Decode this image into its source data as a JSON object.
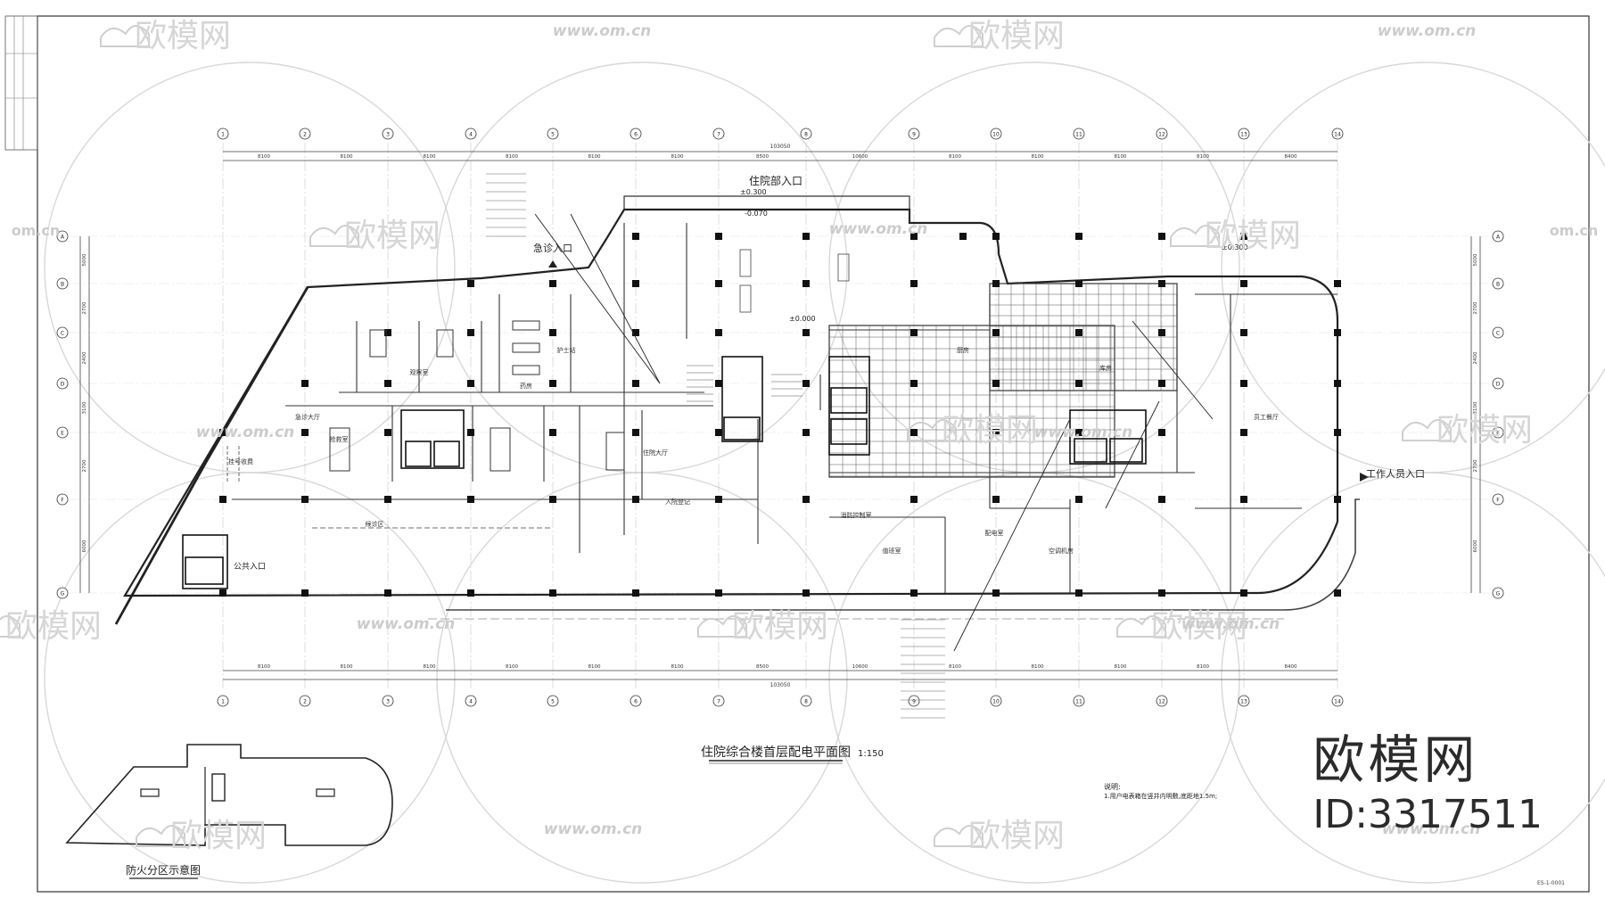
{
  "drawing": {
    "title": "住院综合楼首层配电平面图",
    "scale": "1:150",
    "inset_title": "防火分区示意图",
    "notes_heading": "说明:",
    "notes_line": "1.用户电表箱在竖井内明敷,底距地1.5m;",
    "sheet_no": "ES-1-0001"
  },
  "entrances": {
    "inpatient": "住院部入口",
    "emergency": "急诊入口",
    "staff": "工作人员入口",
    "public": "公共入口"
  },
  "levels": {
    "entry": "±0.300",
    "floor": "±0.000",
    "step": "-0.070"
  },
  "dimensions": {
    "total": "103050",
    "bays": [
      "8100",
      "8100",
      "8100",
      "8100",
      "8100",
      "8100",
      "8500",
      "10600",
      "8100",
      "8100",
      "8100",
      "8100",
      "8400"
    ],
    "left_vertical": [
      "5000",
      "2700",
      "2400",
      "3100",
      "2700",
      "6000"
    ],
    "right_vertical": [
      "5000",
      "2700",
      "2400",
      "3100",
      "2700",
      "6000"
    ],
    "grid_cols": [
      "1",
      "2",
      "3",
      "4",
      "5",
      "6",
      "7",
      "8",
      "9",
      "10",
      "11",
      "12",
      "13",
      "14"
    ],
    "grid_rows": [
      "A",
      "B",
      "C",
      "D",
      "E",
      "F",
      "G"
    ]
  },
  "rooms": [
    {
      "label": "急诊大厅"
    },
    {
      "label": "挂号收费"
    },
    {
      "label": "抢救室"
    },
    {
      "label": "观察室"
    },
    {
      "label": "候诊区"
    },
    {
      "label": "护士站"
    },
    {
      "label": "药房"
    },
    {
      "label": "住院大厅"
    },
    {
      "label": "入院登记"
    },
    {
      "label": "消防控制室"
    },
    {
      "label": "值班室"
    },
    {
      "label": "配电室"
    },
    {
      "label": "空调机房"
    },
    {
      "label": "库房"
    },
    {
      "label": "厨房"
    },
    {
      "label": "员工餐厅"
    }
  ],
  "watermark": {
    "brand": "欧模网",
    "url": "www.om.cn",
    "side_url": "om.cn",
    "id_text": "ID:3317511"
  }
}
